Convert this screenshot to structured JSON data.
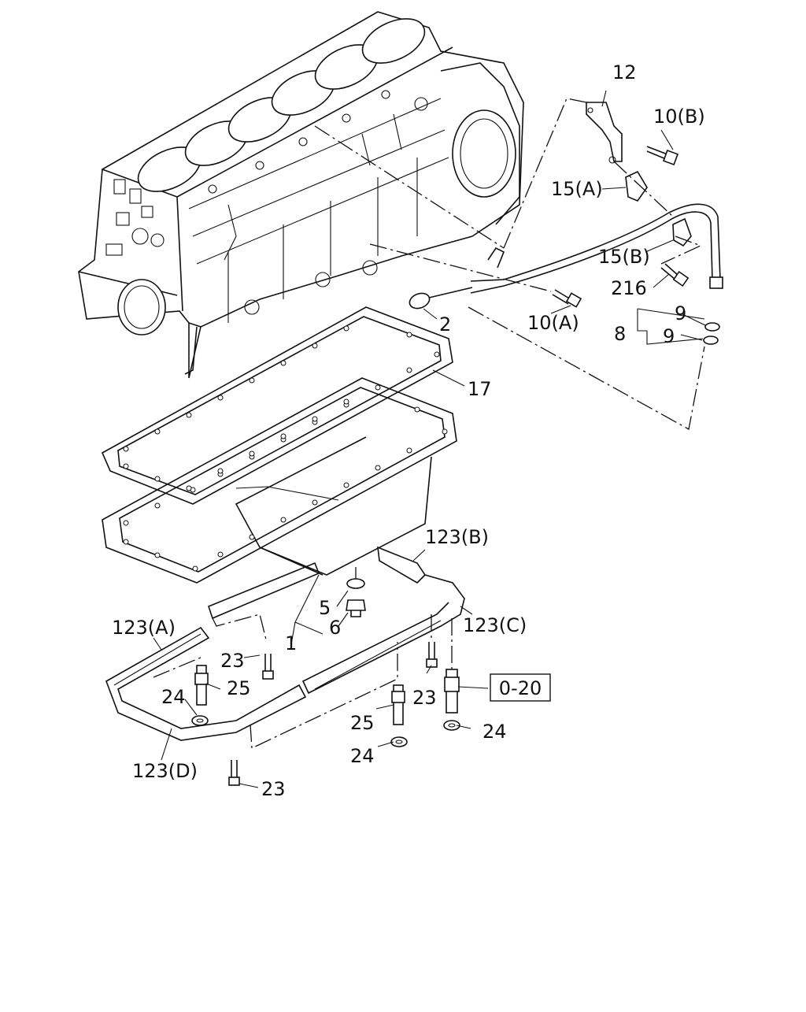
{
  "callouts": [
    {
      "id": "12",
      "text": "12"
    },
    {
      "id": "10b",
      "text": "10(B)"
    },
    {
      "id": "15a",
      "text": "15(A)"
    },
    {
      "id": "15b",
      "text": "15(B)"
    },
    {
      "id": "216",
      "text": "216"
    },
    {
      "id": "9a",
      "text": "9"
    },
    {
      "id": "8",
      "text": "8"
    },
    {
      "id": "9b",
      "text": "9"
    },
    {
      "id": "10a",
      "text": "10(A)"
    },
    {
      "id": "2",
      "text": "2"
    },
    {
      "id": "17",
      "text": "17"
    },
    {
      "id": "123b",
      "text": "123(B)"
    },
    {
      "id": "123a",
      "text": "123(A)"
    },
    {
      "id": "5",
      "text": "5"
    },
    {
      "id": "6",
      "text": "6"
    },
    {
      "id": "1",
      "text": "1"
    },
    {
      "id": "123c",
      "text": "123(C)"
    },
    {
      "id": "23a",
      "text": "23"
    },
    {
      "id": "25a",
      "text": "25"
    },
    {
      "id": "24a",
      "text": "24"
    },
    {
      "id": "23b",
      "text": "23"
    },
    {
      "id": "25b",
      "text": "25"
    },
    {
      "id": "24b",
      "text": "24"
    },
    {
      "id": "24c",
      "text": "24"
    },
    {
      "id": "123d",
      "text": "123(D)"
    },
    {
      "id": "23c",
      "text": "23"
    }
  ],
  "reference_box": {
    "text": "0-20"
  }
}
